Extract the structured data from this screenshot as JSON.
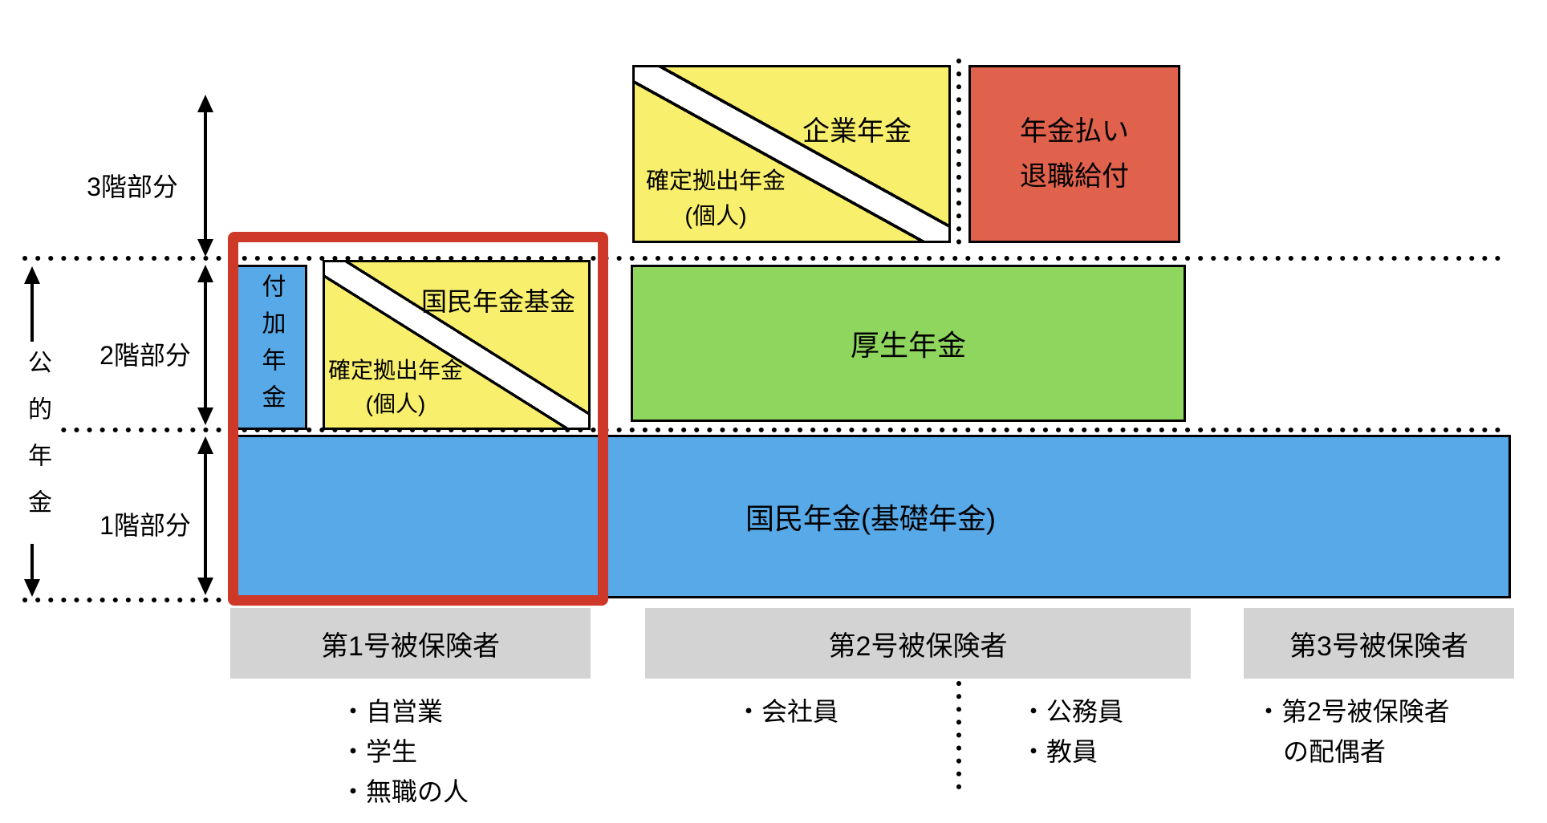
{
  "axis": {
    "tier3": "3階部分",
    "tier2": "2階部分",
    "tier1": "1階部分",
    "public": "公的年金"
  },
  "boxes": {
    "corporate_pension": {
      "main": "企業年金",
      "sub1": "確定拠出年金",
      "sub2": "(個人)",
      "color": "#f8ef6d"
    },
    "retirement_benefit": {
      "line1": "年金払い",
      "line2": "退職給付",
      "color": "#e0614c"
    },
    "fuka_nenkin": {
      "label": "付加年金",
      "color": "#57a9e8"
    },
    "kokumin_nenkin_kikin": {
      "main": "国民年金基金",
      "sub1": "確定拠出年金",
      "sub2": "(個人)",
      "color": "#f8ef6d"
    },
    "kosei_nenkin": {
      "label": "厚生年金",
      "color": "#8fd65f"
    },
    "kiso_nenkin": {
      "label": "国民年金(基礎年金)",
      "color": "#57a9e8"
    }
  },
  "insured_categories": [
    {
      "label": "第1号被保険者",
      "items": [
        "・自営業",
        "・学生",
        "・無職の人"
      ]
    },
    {
      "label": "第2号被保険者",
      "items_left": [
        "・会社員"
      ],
      "items_right": [
        "・公務員",
        "・教員"
      ]
    },
    {
      "label": "第3号被保険者",
      "items": [
        "・第2号被保険者",
        "の配偶者"
      ]
    }
  ],
  "colors": {
    "highlight_red": "#ce3828",
    "bar_gray": "#d3d3d3",
    "yellow": "#f8ef6d",
    "green": "#8fd65f",
    "blue": "#57a9e8",
    "salmon": "#e0614c"
  }
}
